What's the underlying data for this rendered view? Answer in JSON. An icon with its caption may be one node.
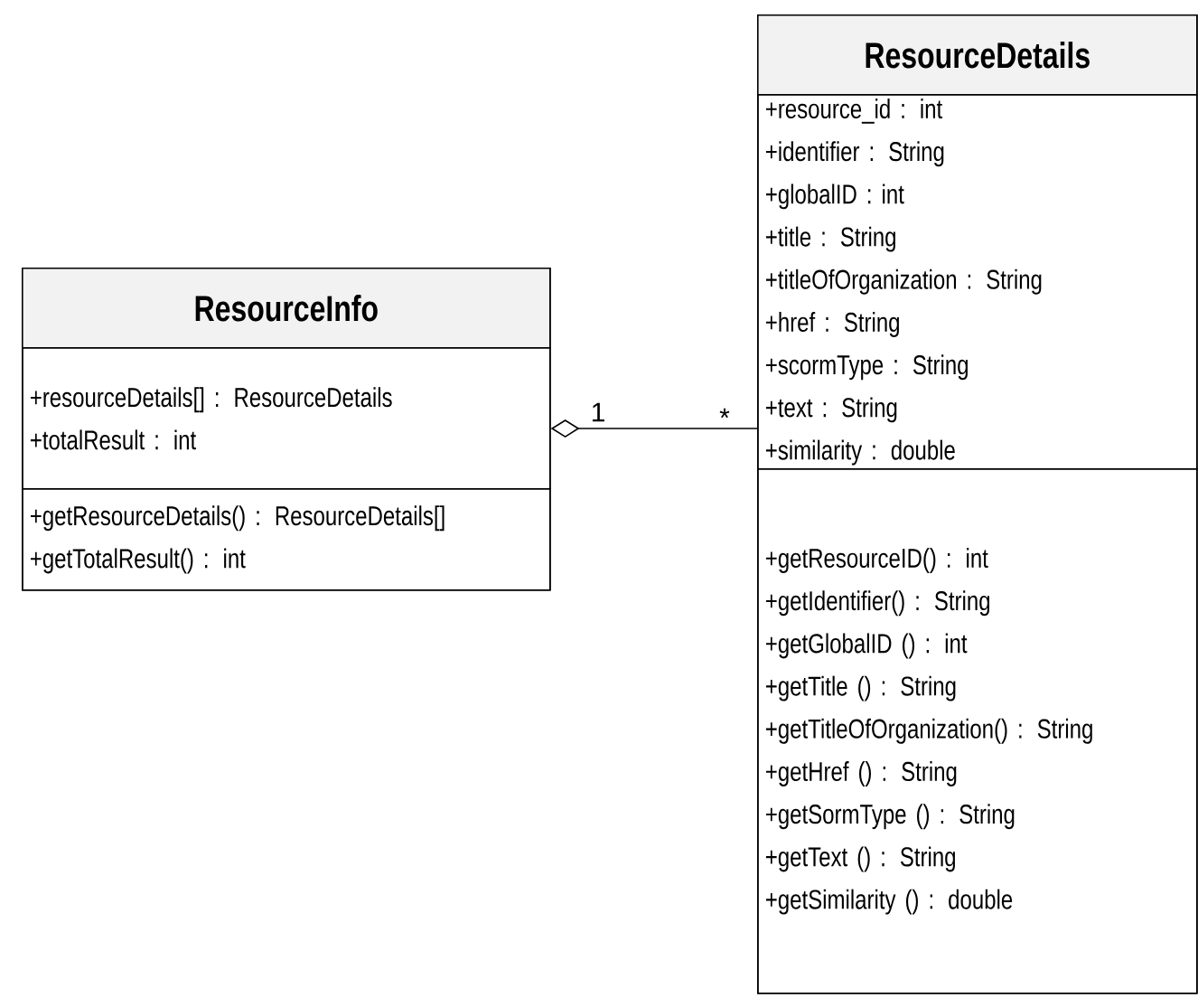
{
  "diagram": {
    "nodes": [
      {
        "text": [
          "ResourceInfo"
        ]
      },
      {
        "text": [
          "+resourceDetails[] : ResourceDetails",
          "+totalResult : int"
        ],
        "in": 0
      },
      {
        "text": [
          "+getResourceDetails() : ResourceDetails[]",
          "+getTotalResult() : int"
        ],
        "in": 0
      },
      {
        "text": [
          "ResourceDetails"
        ]
      },
      {
        "text": [
          "+resource_id : int",
          "+identifier : String",
          "+globalID : int",
          "+title : String",
          "+titleOfOrganization : String",
          "+href  : String",
          "+scormType : String",
          "+text : String",
          "+similarity  : double"
        ],
        "in": 3
      },
      {
        "text": [
          "+getResourceID() : int",
          "+getIdentifier() : String",
          "+getGlobalID () : int",
          "+getTitle () : String",
          "+getTitleOfOrganization() : String",
          "+getHref () : String",
          "+getSormType () : String",
          "+getText () : String",
          "+getSimilarity () : double"
        ],
        "in": 3
      }
    ],
    "edges": [
      {
        "from": 0,
        "to": 3,
        "arrow": "other"
      }
    ],
    "labels": [
      "1",
      "*"
    ]
  }
}
